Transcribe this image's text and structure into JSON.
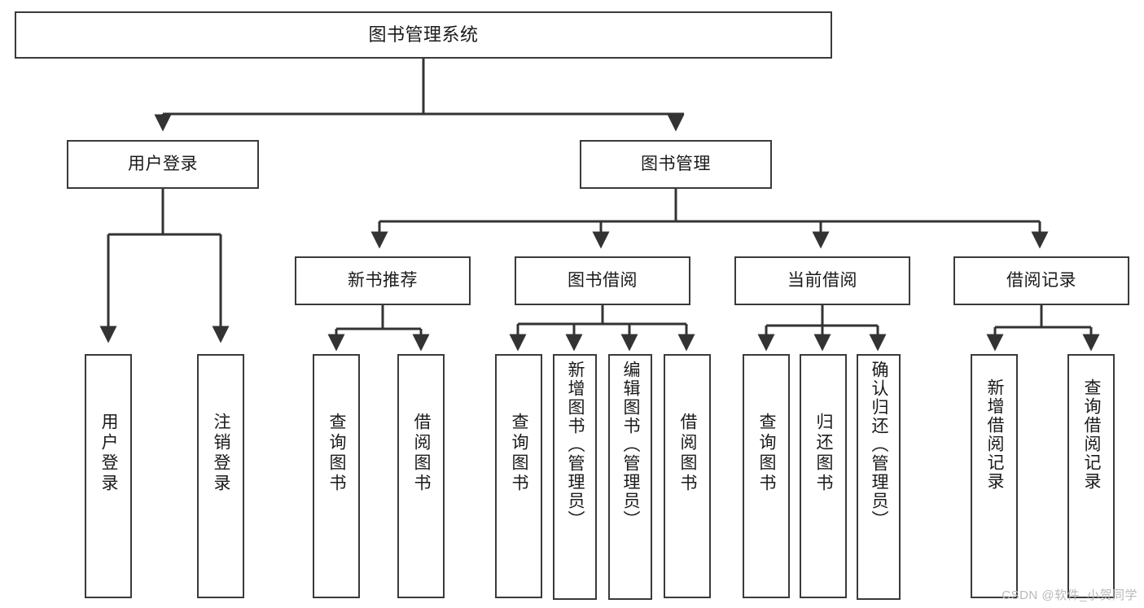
{
  "diagram": {
    "title": "图书管理系统",
    "type": "tree",
    "watermark": "CSDN @软件_小贺同学",
    "colors": {
      "box_border": "#3a3a3a",
      "box_fill": "#ffffff",
      "connector": "#333333",
      "text": "#1a1a1a",
      "watermark": "#b9b9b9"
    },
    "nodes": {
      "root": {
        "label": "图书管理系统"
      },
      "level2": [
        {
          "id": "user-login",
          "label": "用户登录"
        },
        {
          "id": "book-manage",
          "label": "图书管理"
        }
      ],
      "level3": [
        {
          "id": "new-book-recommend",
          "label": "新书推荐"
        },
        {
          "id": "book-borrow",
          "label": "图书借阅"
        },
        {
          "id": "current-borrow",
          "label": "当前借阅"
        },
        {
          "id": "borrow-record",
          "label": "借阅记录"
        }
      ],
      "leaves": {
        "user_login": [
          {
            "id": "leaf-user-login",
            "label": "用户登录"
          },
          {
            "id": "leaf-logout-login",
            "label": "注销登录"
          }
        ],
        "new_book_recommend": [
          {
            "id": "leaf-query-book-1",
            "label": "查询图书"
          },
          {
            "id": "leaf-borrow-book-1",
            "label": "借阅图书"
          }
        ],
        "book_borrow": [
          {
            "id": "leaf-query-book-2",
            "label": "查询图书"
          },
          {
            "id": "leaf-add-book",
            "label": "新增图书（管理员）"
          },
          {
            "id": "leaf-edit-book",
            "label": "编辑图书（管理员）"
          },
          {
            "id": "leaf-borrow-book-2",
            "label": "借阅图书"
          }
        ],
        "current_borrow": [
          {
            "id": "leaf-query-book-3",
            "label": "查询图书"
          },
          {
            "id": "leaf-return-book",
            "label": "归还图书"
          },
          {
            "id": "leaf-confirm-return",
            "label": "确认归还（管理员）"
          }
        ],
        "borrow_record": [
          {
            "id": "leaf-add-record",
            "label": "新增借阅记录"
          },
          {
            "id": "leaf-query-record",
            "label": "查询借阅记录"
          }
        ]
      }
    }
  }
}
